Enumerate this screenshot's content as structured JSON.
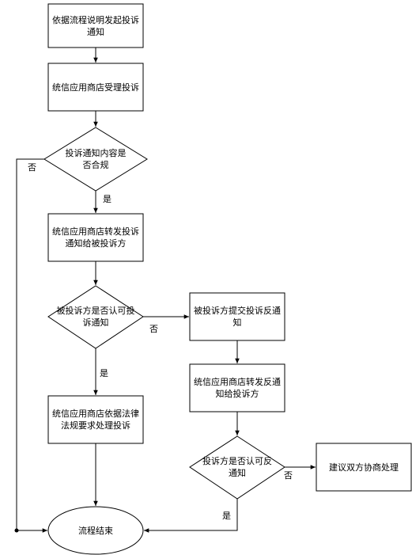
{
  "nodes": {
    "start": "依据流程说明发起投诉通知",
    "accept": "统信应用商店受理投诉",
    "decision_compliant": "投诉通知内容是否合规",
    "forward": "统信应用商店转发投诉通知给被投诉方",
    "decision_respondent_accept": "被投诉方是否认可投诉通知",
    "handle_by_law": "统信应用商店依据法律法规要求处理投诉",
    "counter_submit": "被投诉方提交投诉反通知",
    "counter_forward": "统信应用商店转发反通知给投诉方",
    "decision_complainant_accept": "投诉方是否认可反通知",
    "negotiate": "建议双方协商处理",
    "end": "流程结束"
  },
  "edge_labels": {
    "no_compliant": "否",
    "yes_compliant": "是",
    "no_respondent": "否",
    "yes_respondent": "是",
    "no_complainant": "否",
    "yes_complainant": "是"
  }
}
